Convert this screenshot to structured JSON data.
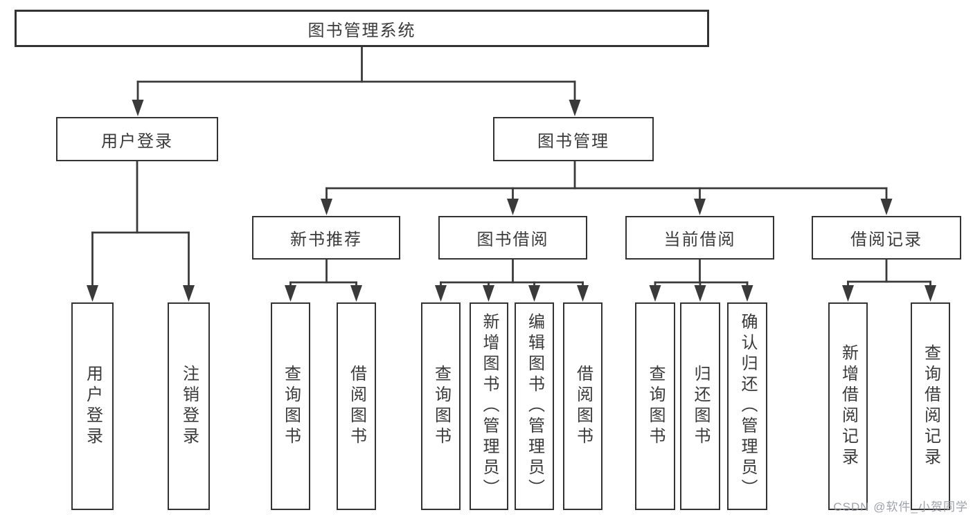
{
  "colors": {
    "line": "#3a3a3a",
    "box_border": "#333333",
    "box_fill": "#ffffff",
    "text": "#3a3a3a",
    "watermark": "#94989e",
    "background": "#ffffff"
  },
  "nodes": {
    "root": "图书管理系统",
    "user_login": "用户登录",
    "book_mgmt": "图书管理",
    "new_book_rec": "新书推荐",
    "book_borrow": "图书借阅",
    "current_borrow": "当前借阅",
    "borrow_records": "借阅记录",
    "leaf_user_login": "用户登录",
    "leaf_logout": "注销登录",
    "leaf_query_book_rec": "查询图书",
    "leaf_borrow_book_rec": "借阅图书",
    "leaf_query_book_borrow": "查询图书",
    "leaf_add_book_admin": "新增图书（管理员）",
    "leaf_edit_book_admin": "编辑图书（管理员）",
    "leaf_borrow_book_borrow": "借阅图书",
    "leaf_query_book_current": "查询图书",
    "leaf_return_book": "归还图书",
    "leaf_confirm_return_admin": "确认归还（管理员）",
    "leaf_add_borrow_record": "新增借阅记录",
    "leaf_query_borrow_record": "查询借阅记录"
  },
  "watermark": "CSDN @软件_小贺同学"
}
